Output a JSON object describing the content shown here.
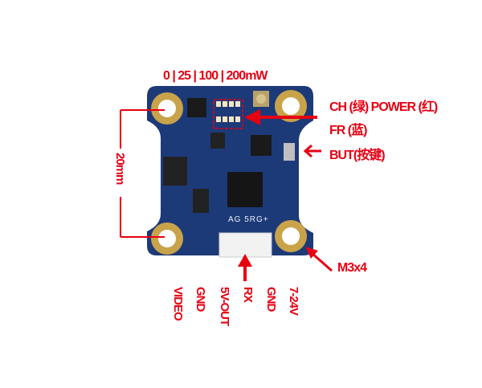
{
  "power_levels": "0 | 25 | 100 | 200mW",
  "annotations": {
    "ch_power": "CH (绿) POWER (红)",
    "fr": "FR (蓝)",
    "button": "BUT(按键)",
    "mount": "M3x4",
    "dimension": "20mm"
  },
  "pins": [
    "VIDEO",
    "GND",
    "5V-OUT",
    "RX",
    "GND",
    "7-24V"
  ],
  "silkscreen": "AG 5RG+",
  "colors": {
    "annotation": "#e60012",
    "pcb": "#1d3a78",
    "pad": "#c9a34a"
  }
}
